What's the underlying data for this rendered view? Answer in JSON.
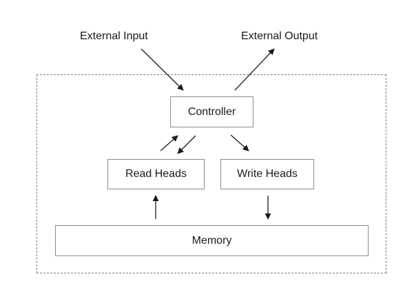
{
  "diagram": {
    "external_input": "External Input",
    "external_output": "External Output",
    "controller": "Controller",
    "read_heads": "Read Heads",
    "write_heads": "Write Heads",
    "memory": "Memory"
  },
  "colors": {
    "stroke": "#1a1a1a",
    "box_border": "#8a8a8a",
    "boundary_border": "#7a7a7a",
    "text": "#1a1a1a",
    "background": "#ffffff"
  }
}
